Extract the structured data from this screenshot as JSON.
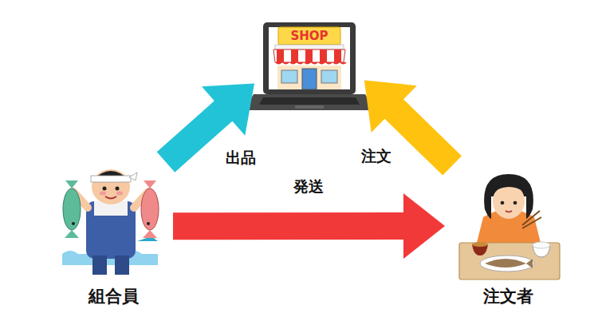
{
  "diagram": {
    "nodes": [
      {
        "text": [
          "SHOP"
        ]
      },
      {
        "text": [
          "組合員"
        ]
      },
      {
        "text": [
          "注文者"
        ]
      }
    ],
    "edges": [
      {
        "from": 1,
        "to": 0,
        "label": "出品",
        "arrow": "to"
      },
      {
        "from": 2,
        "to": 0,
        "label": "注文",
        "arrow": "to"
      },
      {
        "from": 1,
        "to": 2,
        "label": "発送",
        "arrow": "to"
      }
    ]
  }
}
